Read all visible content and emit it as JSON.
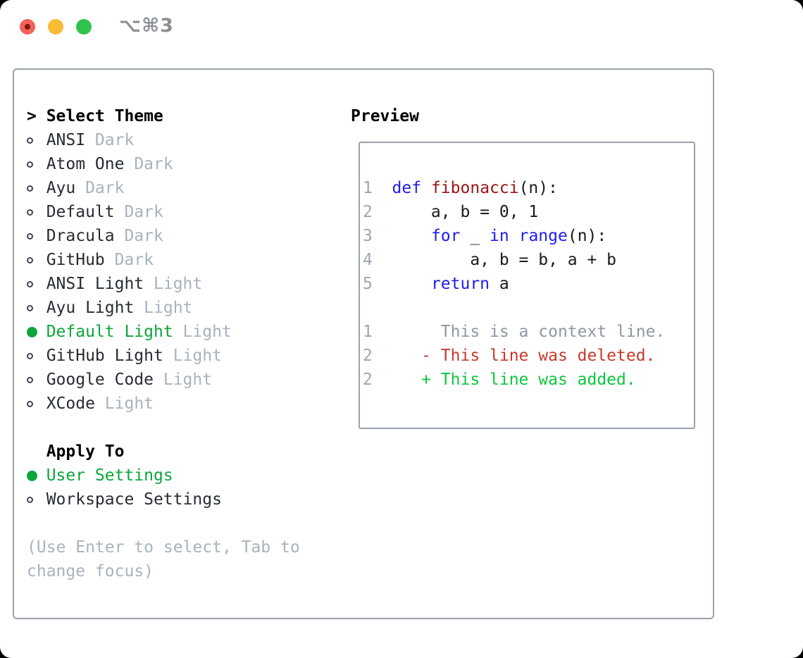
{
  "titlebar": {
    "shortcut": "⌥⌘3",
    "traffic_colors": {
      "close": "#f4605a",
      "close_dot": "#7c150f",
      "minimize": "#f8bc35",
      "zoom": "#2fc34c"
    }
  },
  "left_panel": {
    "header": {
      "prompt": ">",
      "label": "Select Theme"
    },
    "themes": [
      {
        "name": "ANSI",
        "variant": "Dark",
        "selected": false
      },
      {
        "name": "Atom One",
        "variant": "Dark",
        "selected": false
      },
      {
        "name": "Ayu",
        "variant": "Dark",
        "selected": false
      },
      {
        "name": "Default",
        "variant": "Dark",
        "selected": false
      },
      {
        "name": "Dracula",
        "variant": "Dark",
        "selected": false
      },
      {
        "name": "GitHub",
        "variant": "Dark",
        "selected": false
      },
      {
        "name": "ANSI Light",
        "variant": "Light",
        "selected": false
      },
      {
        "name": "Ayu Light",
        "variant": "Light",
        "selected": false
      },
      {
        "name": "Default Light",
        "variant": "Light",
        "selected": true
      },
      {
        "name": "GitHub Light",
        "variant": "Light",
        "selected": false
      },
      {
        "name": "Google Code",
        "variant": "Light",
        "selected": false
      },
      {
        "name": "XCode",
        "variant": "Light",
        "selected": false
      }
    ],
    "apply_to": {
      "label": "Apply To",
      "options": [
        {
          "name": "User Settings",
          "selected": true
        },
        {
          "name": "Workspace Settings",
          "selected": false
        }
      ]
    },
    "help_lines": [
      "(Use Enter to select, Tab to",
      "change focus)"
    ]
  },
  "preview": {
    "label": "Preview",
    "lines": [
      {
        "tokens": [
          {
            "t": "1  ",
            "c": "ln"
          },
          {
            "t": "def",
            "c": "kw"
          },
          {
            "t": " ",
            "c": "pl"
          },
          {
            "t": "fibonacci",
            "c": "fn"
          },
          {
            "t": "(n):",
            "c": "pl"
          }
        ]
      },
      {
        "tokens": [
          {
            "t": "2  ",
            "c": "ln"
          },
          {
            "t": "    a, b = 0, 1",
            "c": "pl"
          }
        ]
      },
      {
        "tokens": [
          {
            "t": "3  ",
            "c": "ln"
          },
          {
            "t": "    ",
            "c": "pl"
          },
          {
            "t": "for",
            "c": "kw"
          },
          {
            "t": " _ ",
            "c": "pl"
          },
          {
            "t": "in",
            "c": "kw"
          },
          {
            "t": " ",
            "c": "pl"
          },
          {
            "t": "range",
            "c": "kw"
          },
          {
            "t": "(n):",
            "c": "pl"
          }
        ]
      },
      {
        "tokens": [
          {
            "t": "4  ",
            "c": "ln"
          },
          {
            "t": "        a, b = b, a + b",
            "c": "pl"
          }
        ]
      },
      {
        "tokens": [
          {
            "t": "5  ",
            "c": "ln"
          },
          {
            "t": "    ",
            "c": "pl"
          },
          {
            "t": "return",
            "c": "kw"
          },
          {
            "t": " a",
            "c": "pl"
          }
        ]
      },
      {
        "tokens": []
      },
      {
        "tokens": [
          {
            "t": "1  ",
            "c": "ln"
          },
          {
            "t": "     This is a context line.",
            "c": "ctx"
          }
        ]
      },
      {
        "tokens": [
          {
            "t": "2  ",
            "c": "ln"
          },
          {
            "t": "   - This line was deleted.",
            "c": "del"
          }
        ]
      },
      {
        "tokens": [
          {
            "t": "2  ",
            "c": "ln"
          },
          {
            "t": "   + This line was added.",
            "c": "add"
          }
        ]
      }
    ]
  },
  "colors": {
    "selection_green": "#0ba53a",
    "diff_added_green": "#0cc73c",
    "diff_deleted_red": "#c8392b",
    "keyword_blue": "#1d1ded",
    "function_dark_red": "#9c1414",
    "secondary_gray": "#a9b2bd",
    "line_number_gray": "#9ca6b2",
    "panel_border_gray": "#99a1ab"
  }
}
